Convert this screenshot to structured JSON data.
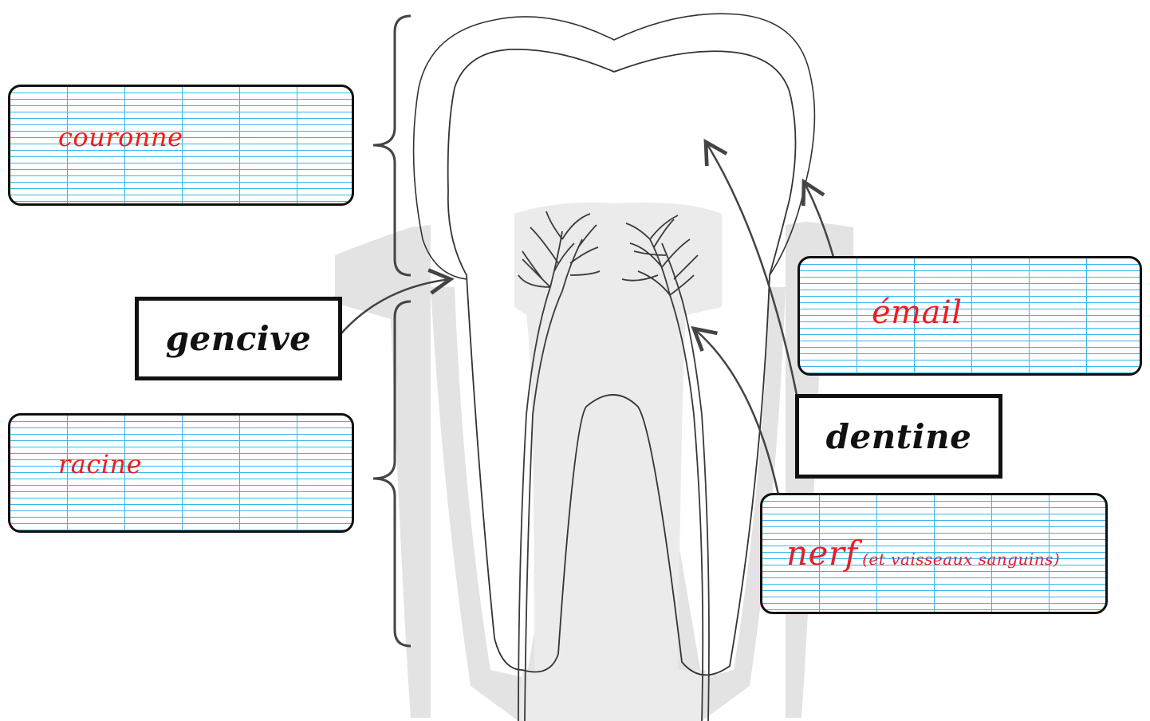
{
  "diagram": {
    "labels": {
      "couronne": "couronne",
      "racine": "racine",
      "gencive": "gencive",
      "email": "émail",
      "dentine": "dentine",
      "nerf": "nerf",
      "nerf_note": "(et vaisseaux sanguins)"
    },
    "colors": {
      "answer_text": "#ee1c24",
      "grid_lines": "#35b8e8",
      "gum": "#e3e3e3",
      "pulp": "#ebebeb",
      "outline": "#111111"
    }
  }
}
